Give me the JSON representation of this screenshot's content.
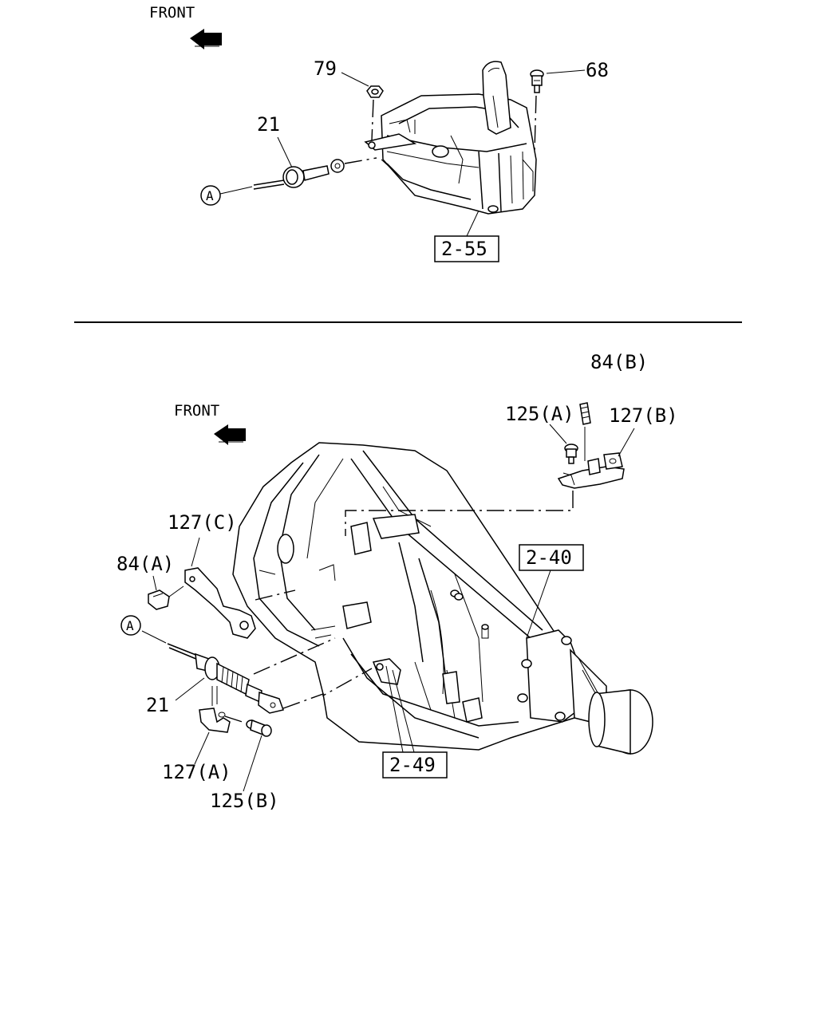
{
  "diagram": {
    "top_section": {
      "front_label": "FRONT",
      "circle_ref": "A",
      "callouts": {
        "c79": "79",
        "c68": "68",
        "c21": "21"
      },
      "boxed_ref": "2-55"
    },
    "bottom_section": {
      "front_label": "FRONT",
      "circle_ref": "A",
      "callouts": {
        "c84b": "84(B)",
        "c125a": "125(A)",
        "c127b": "127(B)",
        "c127c": "127(C)",
        "c84a": "84(A)",
        "c21": "21",
        "c127a": "127(A)",
        "c125b": "125(B)"
      },
      "boxed_refs": {
        "transmission": "2-40",
        "bracket": "2-49"
      }
    }
  }
}
